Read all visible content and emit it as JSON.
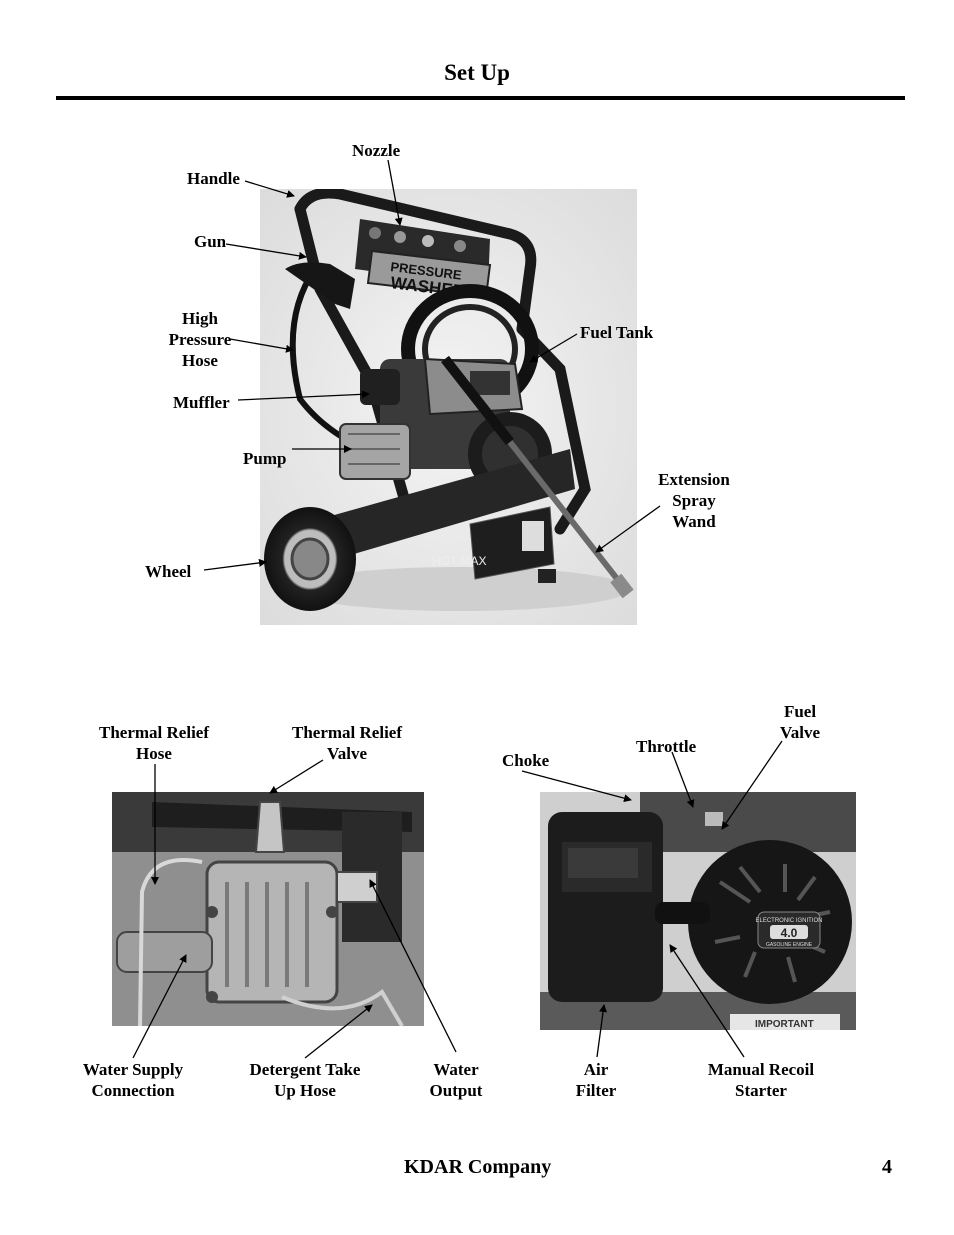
{
  "page": {
    "title": "Set Up",
    "footer_company": "KDAR Company",
    "page_number": "4"
  },
  "machine_photo": {
    "brand_text": "HOT MAX",
    "panel_text_1": "PRESSURE",
    "panel_text_2": "WASHER",
    "labels": {
      "nozzle": "Nozzle",
      "handle": "Handle",
      "gun": "Gun",
      "high_pressure_hose_1": "High",
      "high_pressure_hose_2": "Pressure",
      "high_pressure_hose_3": "Hose",
      "muffler": "Muffler",
      "pump": "Pump",
      "wheel": "Wheel",
      "fuel_tank": "Fuel Tank",
      "extension_1": "Extension",
      "extension_2": "Spray",
      "extension_3": "Wand"
    }
  },
  "pump_photo": {
    "labels": {
      "thermal_relief_hose_1": "Thermal Relief",
      "thermal_relief_hose_2": "Hose",
      "thermal_relief_valve_1": "Thermal Relief",
      "thermal_relief_valve_2": "Valve",
      "water_supply_1": "Water Supply",
      "water_supply_2": "Connection",
      "detergent_1": "Detergent Take",
      "detergent_2": "Up Hose",
      "water_output_1": "Water",
      "water_output_2": "Output"
    }
  },
  "engine_photo": {
    "engine_badge_top": "ELECTRONIC IGNITION",
    "engine_badge_num": "4.0",
    "engine_badge_bottom": "GASOLINE ENGINE",
    "important_text": "IMPORTANT",
    "labels": {
      "fuel_valve_1": "Fuel",
      "fuel_valve_2": "Valve",
      "throttle": "Throttle",
      "choke": "Choke",
      "air_filter_1": "Air",
      "air_filter_2": "Filter",
      "recoil_1": "Manual Recoil",
      "recoil_2": "Starter"
    }
  }
}
